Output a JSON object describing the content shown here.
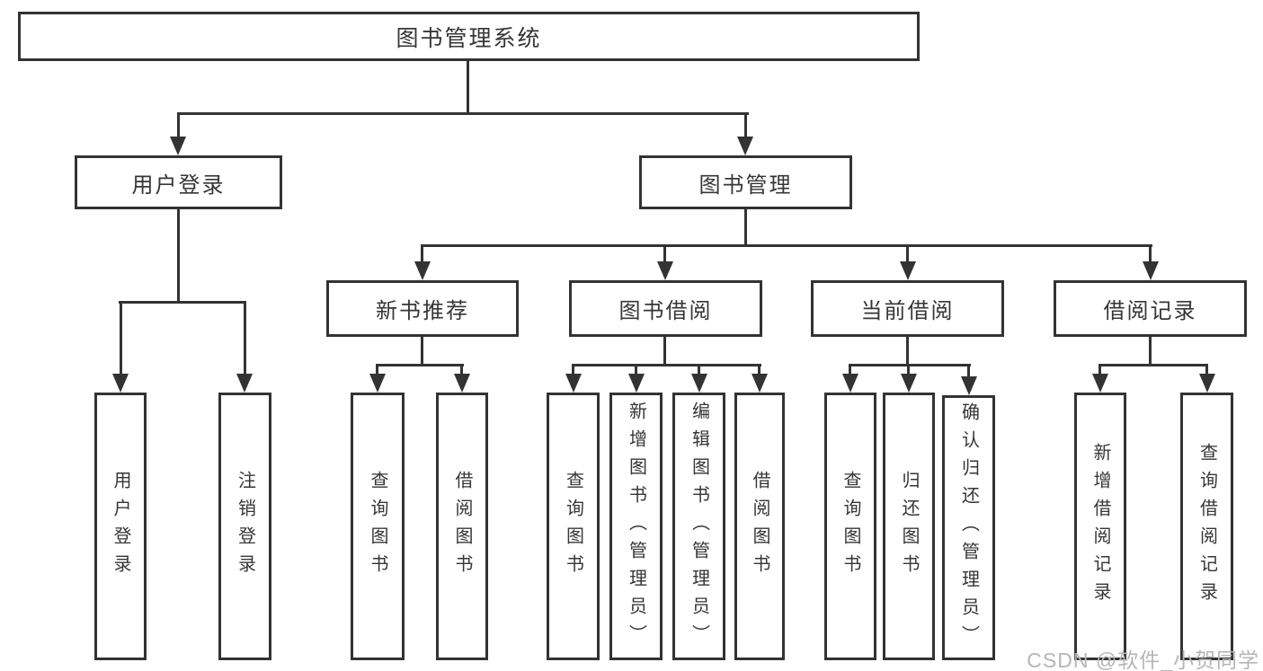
{
  "nodes": {
    "root": "图书管理系统",
    "user_login": "用户登录",
    "book_management": "图书管理",
    "new_book_recommend": "新书推荐",
    "book_borrow": "图书借阅",
    "current_borrow": "当前借阅",
    "borrow_records": "借阅记录"
  },
  "leaves": {
    "login": [
      "用户登录",
      "注销登录"
    ],
    "recommend": [
      "查询图书",
      "借阅图书"
    ],
    "borrow": [
      "查询图书",
      "新增图书（管理员）",
      "编辑图书（管理员）",
      "借阅图书"
    ],
    "current": [
      "查询图书",
      "归还图书",
      "确认归还（管理员）"
    ],
    "records": [
      "新增借阅记录",
      "查询借阅记录"
    ]
  },
  "hierarchy": {
    "root_children": [
      "用户登录",
      "图书管理"
    ],
    "book_management_children": [
      "新书推荐",
      "图书借阅",
      "当前借阅",
      "借阅记录"
    ]
  },
  "watermark": "CSDN @软件_小贺同学",
  "colors": {
    "line": "#333333",
    "text": "#363636",
    "watermark": "#b6b6b6",
    "background": "#ffffff"
  }
}
